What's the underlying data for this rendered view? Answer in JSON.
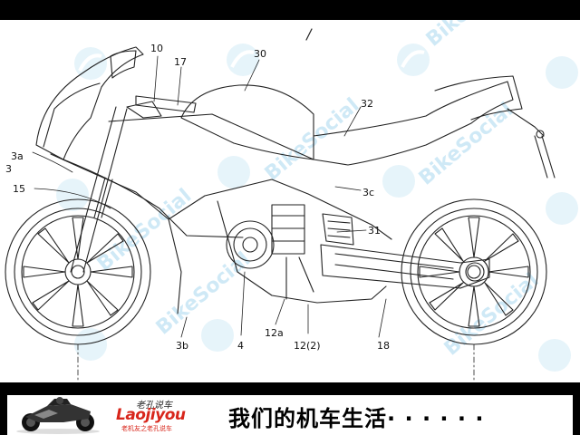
{
  "diagram": {
    "callouts": {
      "c10": "10",
      "c17": "17",
      "c30": "30",
      "c32": "32",
      "c3a": "3a",
      "c3": "3",
      "c15": "15",
      "c3c": "3c",
      "c31": "31",
      "c3b": "3b",
      "c4": "4",
      "c12a": "12a",
      "c12_2": "12(2)",
      "c18": "18"
    }
  },
  "watermark": {
    "text": "BikeSocial",
    "color": "#a9d8ef"
  },
  "banner": {
    "logo_top": "老孔说车",
    "logo_main": "Laojiyou",
    "logo_sub": "老机友之老孔说车",
    "slogan": "我们的机车生活· · · · · ·",
    "accent_color": "#d8261b"
  }
}
